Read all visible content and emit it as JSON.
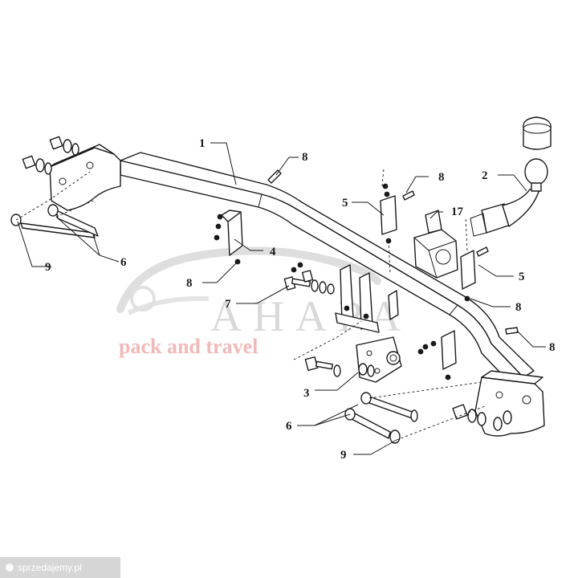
{
  "watermark": {
    "brand": "AHAPA",
    "tagline": "pack and travel"
  },
  "credit": "sprzedajemy.pl",
  "callouts": {
    "c1": "1",
    "c2": "2",
    "c3": "3",
    "c4": "4",
    "c5a": "5",
    "c5b": "5",
    "c6a": "6",
    "c6b": "6",
    "c7": "7",
    "c8a": "8",
    "c8b": "8",
    "c8c": "8",
    "c8d": "8",
    "c8e": "8",
    "c9a": "9",
    "c9b": "9",
    "c17": "17"
  }
}
